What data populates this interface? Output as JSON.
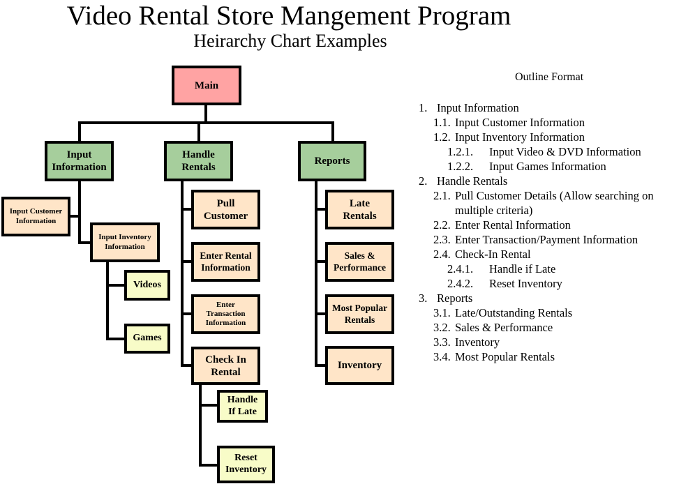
{
  "header": {
    "title": "Video Rental Store Mangement Program",
    "subtitle": "Heirarchy Chart Examples"
  },
  "colors": {
    "root": "#FFA3A3",
    "level1": "#A6CE9C",
    "level2": "#FFE5C8",
    "level3": "#F8FCC8",
    "border": "#000000"
  },
  "chart": {
    "main": "Main",
    "input_information": "Input\nInformation",
    "handle_rentals": "Handle\nRentals",
    "reports": "Reports",
    "input_customer_information": "Input Customer\nInformation",
    "input_inventory_information": "Input Inventory\nInformation",
    "videos": "Videos",
    "games": "Games",
    "pull_customer": "Pull\nCustomer",
    "enter_rental_information": "Enter Rental\nInformation",
    "enter_transaction_information": "Enter\nTransaction\nInformation",
    "check_in_rental": "Check In\nRental",
    "handle_if_late": "Handle\nIf Late",
    "reset_inventory": "Reset\nInventory",
    "late_rentals": "Late\nRentals",
    "sales_performance": "Sales &\nPerformance",
    "most_popular_rentals": "Most Popular\nRentals",
    "inventory": "Inventory"
  },
  "outline": {
    "title": "Outline Format",
    "items": [
      {
        "num": "1.",
        "text": "Input Information"
      },
      {
        "num": "1.1.",
        "text": "Input Customer Information"
      },
      {
        "num": "1.2.",
        "text": "Input Inventory Information"
      },
      {
        "num": "1.2.1.",
        "text": "Input Video & DVD Information"
      },
      {
        "num": "1.2.2.",
        "text": "Input Games Information"
      },
      {
        "num": "2.",
        "text": "Handle Rentals"
      },
      {
        "num": "2.1.",
        "text": "Pull Customer Details (Allow searching on"
      },
      {
        "num": "",
        "text": "multiple criteria)"
      },
      {
        "num": "2.2.",
        "text": "Enter Rental Information"
      },
      {
        "num": "2.3.",
        "text": "Enter Transaction/Payment Information"
      },
      {
        "num": "2.4.",
        "text": "Check-In Rental"
      },
      {
        "num": "2.4.1.",
        "text": "Handle if Late"
      },
      {
        "num": "2.4.2.",
        "text": "Reset Inventory"
      },
      {
        "num": "3.",
        "text": "Reports"
      },
      {
        "num": "3.1.",
        "text": "Late/Outstanding Rentals"
      },
      {
        "num": "3.2.",
        "text": "Sales & Performance"
      },
      {
        "num": "3.3.",
        "text": "Inventory"
      },
      {
        "num": "3.4.",
        "text": "Most Popular Rentals"
      }
    ]
  }
}
